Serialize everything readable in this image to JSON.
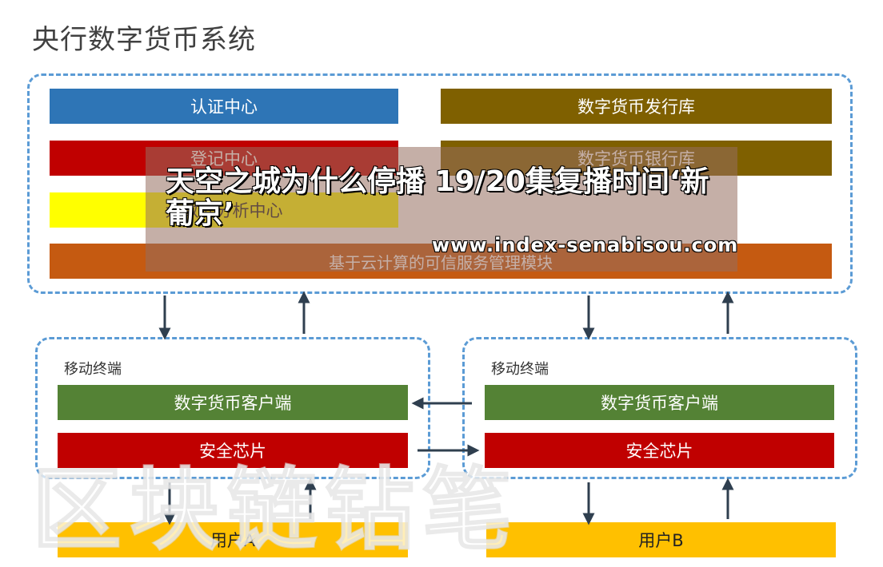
{
  "title": "央行数字货币系统",
  "central_bank": {
    "left_bars": [
      "认证中心",
      "登记中心",
      "大数据分析中心"
    ],
    "right_bars": [
      "数字货币发行库",
      "数字货币银行库"
    ],
    "bottom_bar": "基于云计算的可信服务管理模块"
  },
  "terminal_a": {
    "label": "移动终端",
    "client": "数字货币客户端",
    "chip": "安全芯片",
    "user": "用户A"
  },
  "terminal_b": {
    "label": "移动终端",
    "client": "数字货币客户端",
    "chip": "安全芯片",
    "user": "用户B"
  },
  "overlay": {
    "headline": "天空之城为什么停播 19/20集复播时间‘新葡京’",
    "url": "www.index-senabisou.com"
  },
  "watermark": "区块链钻笔",
  "colors": {
    "blue": "#2e75b6",
    "olive": "#7f6000",
    "red": "#c00000",
    "yellow": "#ffff00",
    "orange": "#c55a11",
    "green": "#548235",
    "gold": "#ffc000",
    "dash": "#5b9bd5",
    "arrow": "#2f3f4f"
  }
}
